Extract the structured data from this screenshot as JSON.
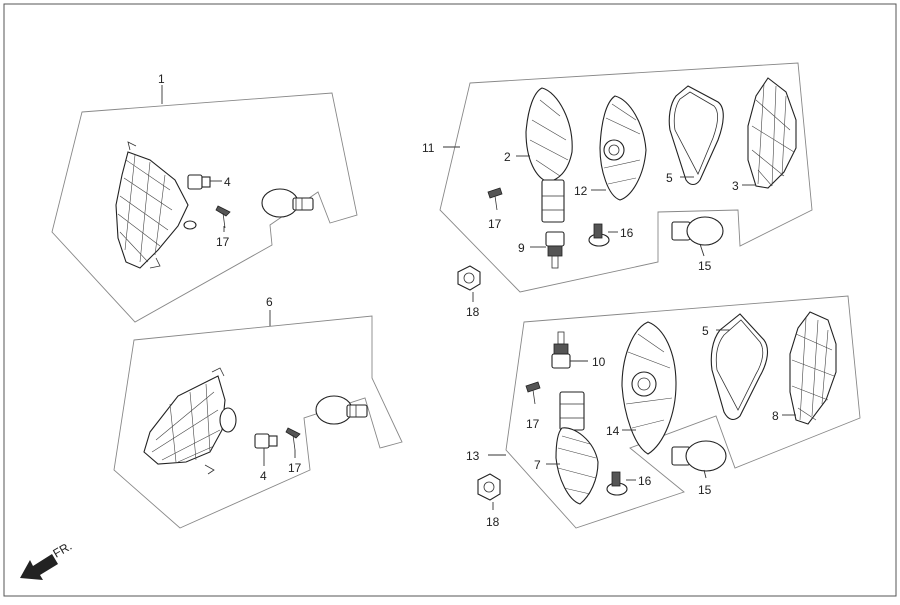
{
  "diagram": {
    "labels": {
      "p1": "1",
      "p2": "2",
      "p3": "3",
      "p4a": "4",
      "p4b": "4",
      "p5a": "5",
      "p5b": "5",
      "p6": "6",
      "p7": "7",
      "p8": "8",
      "p9": "9",
      "p10": "10",
      "p11": "11",
      "p12": "12",
      "p13": "13",
      "p14": "14",
      "p15a": "15",
      "p15b": "15",
      "p16a": "16",
      "p16b": "16",
      "p17a": "17",
      "p17b": "17",
      "p17c": "17",
      "p17d": "17",
      "p18a": "18",
      "p18b": "18"
    },
    "direction": "FR."
  }
}
